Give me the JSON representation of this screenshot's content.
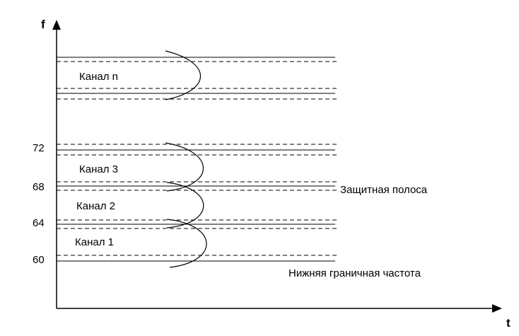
{
  "axes": {
    "y_label": "f",
    "x_label": "t",
    "ticks": [
      "72",
      "68",
      "64",
      "60"
    ]
  },
  "channels": [
    {
      "label": "Канал n"
    },
    {
      "label": "Канал 3"
    },
    {
      "label": "Канал 2"
    },
    {
      "label": "Канал 1"
    }
  ],
  "annotations": {
    "guard_band": "Защитная полоса",
    "lower_limit": "Нижняя граничная частота"
  }
}
